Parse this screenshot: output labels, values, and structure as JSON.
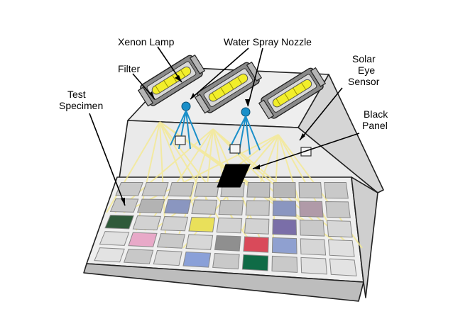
{
  "labels": {
    "xenon_lamp": "Xenon Lamp",
    "water_spray_nozzle": "Water Spray Nozzle",
    "filter": "Filter",
    "test_specimen_1": "Test",
    "test_specimen_2": "Specimen",
    "solar_eye_1": "Solar",
    "solar_eye_2": "Eye",
    "solar_eye_3": "Sensor",
    "black_panel_1": "Black",
    "black_panel_2": "Panel"
  },
  "colors": {
    "lamp_yellow": "#f2ee2a",
    "nozzle_blue": "#1a8fc9",
    "chamber_gray": "#d6d6d6",
    "black_panel": "#000000"
  },
  "specimen_rows": [
    [
      "#c9c9c9",
      "#c9c9c9",
      "#c4c4c4",
      "#c9c9c9",
      "#c9c9c9",
      "#c0c0c0",
      "#b8b8b8",
      "#c4c4c4",
      "#c9c9c9"
    ],
    [
      "#c9c9c9",
      "#b3b3b3",
      "#8a96c0",
      "#c9c9c9",
      "#c4c4c4",
      "#c9c9c9",
      "#8a96c0",
      "#b09aa8",
      "#c9c9c9"
    ],
    [
      "#2f5a3a",
      "#d2d2d2",
      "#d2d2d2",
      "#e9e05a",
      "#d2d2d2",
      "#d2d2d2",
      "#7a6ea8",
      "#c9c9c9",
      "#d7d7d7"
    ],
    [
      "#e0e0e0",
      "#e8a9c8",
      "#c9c9c9",
      "#d7d7d7",
      "#8f8f8f",
      "#d94a5a",
      "#8fa0d0",
      "#d6d6d6",
      "#e0e0e0"
    ],
    [
      "#e3e3e3",
      "#c8c8c8",
      "#d7d7d7",
      "#8aa0d8",
      "#c9c9c9",
      "#0f6b46",
      "#c9c9c9",
      "#e0e0e0",
      "#e3e3e3"
    ]
  ]
}
